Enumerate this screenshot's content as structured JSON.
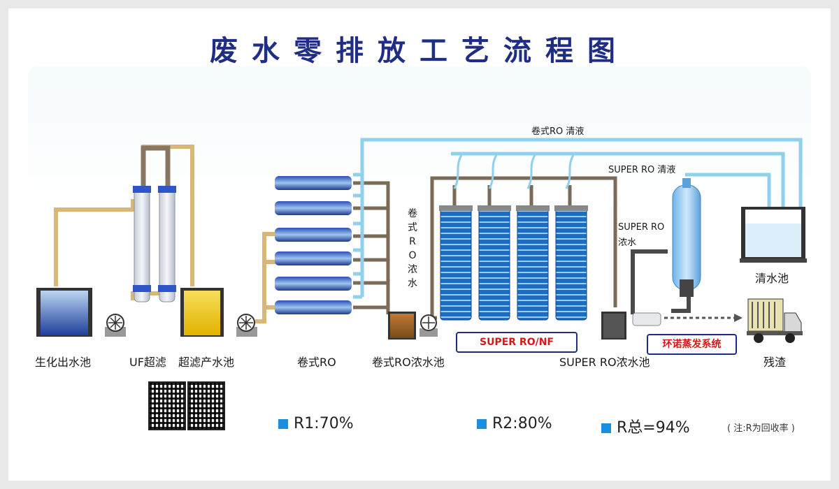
{
  "title": "废水零排放工艺流程图",
  "labels": {
    "bio_pool": "生化出水池",
    "uf": "UF超滤",
    "uf_tank": "超滤产水池",
    "roll_ro": "卷式RO",
    "roll_ro_conc_pool": "卷式RO浓水池",
    "super_ro_conc_pool": "SUPER RO浓水池",
    "clean_pool": "清水池",
    "residue": "残渣",
    "roll_ro_clean": "卷式RO 清液",
    "super_ro_clean": "SUPER RO 清液",
    "super_ro_conc_water": "SUPER RO\n浓水",
    "roll_ro_conc_vertical": "卷式RO浓水"
  },
  "boxes": {
    "super_ro_nf": "SUPER RO/NF",
    "evaporation": "环诺蒸发系统"
  },
  "rates": {
    "r1": "R1:70%",
    "r2": "R2:80%",
    "rtotal": "R总=94%"
  },
  "note": "( 注:R为回收率 )",
  "colors": {
    "title": "#1f2e84",
    "pipe_tan": "#d8b779",
    "pipe_brown": "#7a6a58",
    "pipe_blue": "#8fd0ec",
    "membrane_blue": "#1a6ec8",
    "rate_marker": "#1c8ee0",
    "box_label_text": "#d21a1a"
  }
}
